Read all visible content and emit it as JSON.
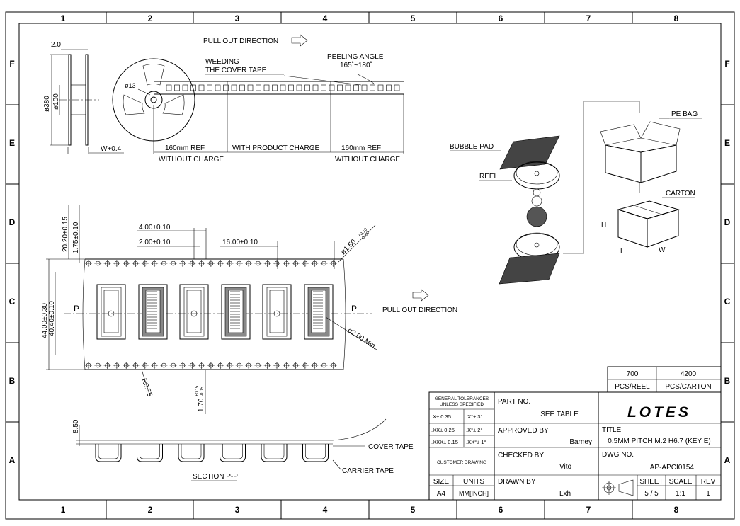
{
  "border": {
    "columns": [
      "1",
      "2",
      "3",
      "4",
      "5",
      "6",
      "7",
      "8"
    ],
    "rows": [
      "F",
      "E",
      "D",
      "C",
      "B",
      "A"
    ]
  },
  "reel_view": {
    "dim_2_0": "2.0",
    "dim_380": "ø380",
    "dim_100": "ø100",
    "dim_13": "ø13",
    "dim_w": "W+0.4",
    "pull_out": "PULL OUT DIRECTION",
    "weeding": "WEEDING",
    "cover_tape_text": "THE COVER TAPE",
    "peeling_angle": "PEELING ANGLE",
    "peeling_range": "165˚~180˚",
    "ref1": "160mm REF",
    "ref1_sub": "WITHOUT CHARGE",
    "product_charge": "WITH PRODUCT CHARGE",
    "ref2": "160mm REF",
    "ref2_sub": "WITHOUT CHARGE"
  },
  "tape_view": {
    "d_2015": "20.20±0.15",
    "d_175": "1.75±0.10",
    "d_400": "4.00±0.10",
    "d_200": "2.00±0.10",
    "d_1600": "16.00±0.10",
    "d_150": "ø1.50",
    "d_150_tol_up": "+0.10",
    "d_150_tol_dn": "-0.00",
    "d_4400": "44.00±0.30",
    "d_4040": "40.40±0.10",
    "p_left": "P",
    "p_right": "P",
    "d_200min": "ø2.00 Min.",
    "r075": "R0.75",
    "d_170": "1.70",
    "d_170_up": "+0.15",
    "d_170_dn": "-0.05",
    "pull_out_mid": "PULL OUT DIRECTION"
  },
  "section": {
    "d_850": "8.50",
    "cover_tape": "COVER TAPE",
    "carrier_tape": "CARRIER TAPE",
    "title": "SECTION P-P"
  },
  "packing": {
    "pe_bag": "PE BAG",
    "bubble_pad": "BUBBLE PAD",
    "reel": "REEL",
    "carton": "CARTON",
    "h": "H",
    "l": "L",
    "w": "W"
  },
  "qty_table": {
    "reel_qty": "700",
    "carton_qty": "4200",
    "reel_unit": "PCS/REEL",
    "carton_unit": "PCS/CARTON"
  },
  "title_block": {
    "tol_title_1": "GENERAL TOLERANCES",
    "tol_title_2": "UNLESS SPECIFIED",
    "tol_x": ".X±   0.35",
    "tol_xx": ".XX±  0.25",
    "tol_xxx": ".XXX± 0.15",
    "tol_ang1": ".X°±  3°",
    "tol_ang2": ".X°±  2°",
    "tol_ang3": ".XX°± 1°",
    "customer_drawing": "CUSTOMER DRAWING",
    "size_label": "SIZE",
    "size_value": "A4",
    "units_label": "UNITS",
    "units_value": "MM[INCH]",
    "part_no_label": "PART NO.",
    "part_no_value": "SEE TABLE",
    "approved_label": "APPROVED BY",
    "approved_value": "Barney",
    "checked_label": "CHECKED BY",
    "checked_value": "Vito",
    "drawn_label": "DRAWN BY",
    "drawn_value": "Lxh",
    "logo": "LOTES",
    "title_label": "TITLE",
    "title_value": "0.5MM PITCH M.2 H6.7 (KEY E)",
    "dwg_label": "DWG NO.",
    "dwg_value": "AP-APCI0154",
    "sheet_label": "SHEET",
    "sheet_value": "5 / 5",
    "scale_label": "SCALE",
    "scale_value": "1:1",
    "rev_label": "REV",
    "rev_value": "1"
  }
}
